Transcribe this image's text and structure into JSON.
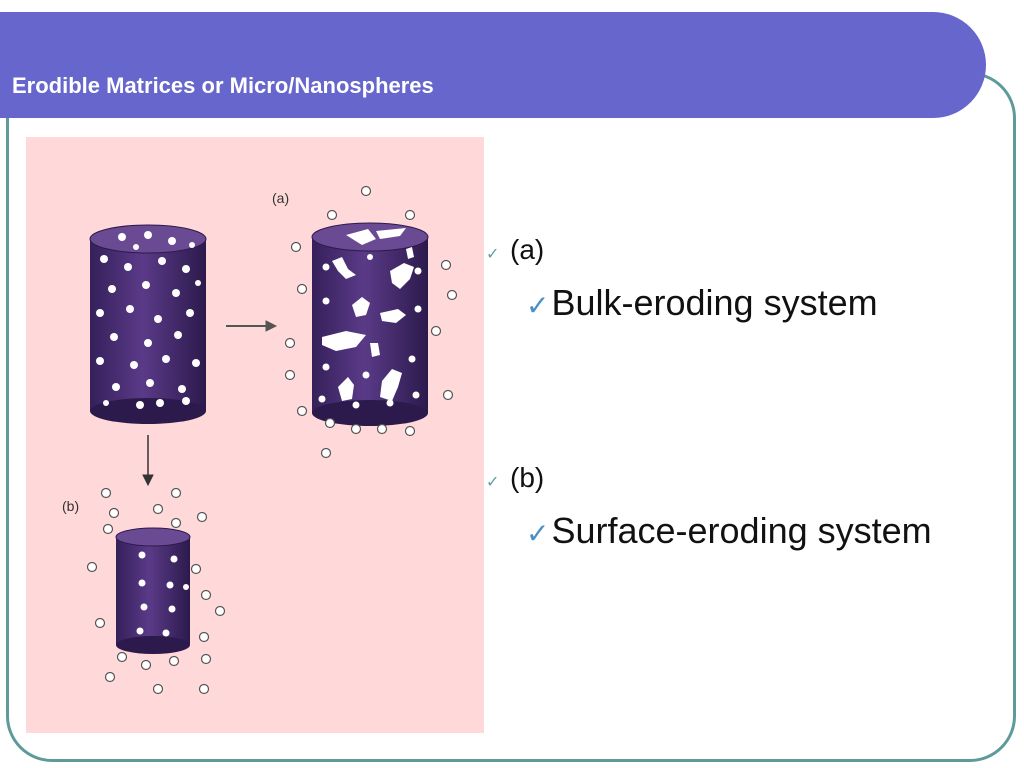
{
  "slide": {
    "title": "Erodible Matrices or Micro/Nanospheres"
  },
  "figure": {
    "label_a": "(a)",
    "label_b": "(b)",
    "colors": {
      "background": "#ffd9d9",
      "cylinder": "#4a2e72",
      "cylinder_top": "#6a4a92"
    }
  },
  "bullets": [
    {
      "label": "(a)",
      "sub": "Bulk-eroding system"
    },
    {
      "label": "(b)",
      "sub": "Surface-eroding system"
    }
  ],
  "icons": {
    "bullet": "check-bullet-icon",
    "sub_bullet": "checkmark-icon"
  }
}
